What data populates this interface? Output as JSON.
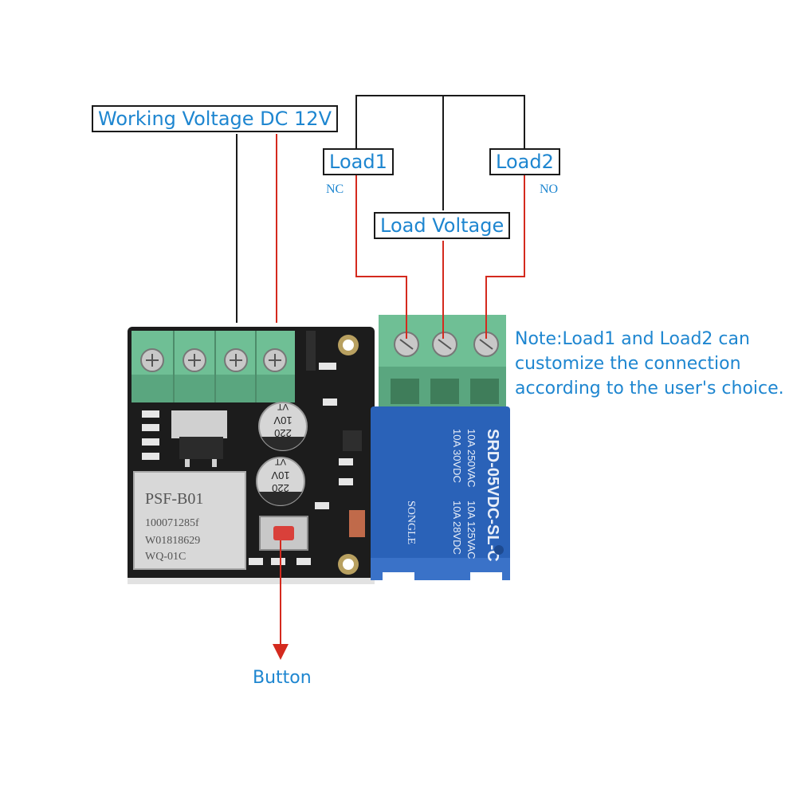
{
  "labels": {
    "working_voltage": "Working Voltage DC 12V",
    "load1": "Load1",
    "load2": "Load2",
    "load_voltage": "Load Voltage",
    "nc": "NC",
    "no": "NO",
    "button": "Button"
  },
  "note": {
    "line1": "Note:Load1 and Load2 can",
    "line2": "customize the connection",
    "line3": "according to the user's choice."
  },
  "board": {
    "module_text": [
      "PSF-B01",
      "100071285f",
      "W01818629",
      "WQ-01C"
    ],
    "capacitor_text": [
      "220",
      "10V",
      "VT"
    ],
    "relay_brand": "SONGLE",
    "relay_text": [
      "SRD-05VDC-SL-C",
      "10A 250VAC",
      "10A 125VAC",
      "10A 30VDC",
      "10A 28VDC"
    ]
  },
  "colors": {
    "label_blue": "#1e86d0",
    "wire_red": "#d42a1e",
    "wire_black": "#1a1a1a",
    "pcb": "#1c1c1c",
    "terminal_green": "#6fbf95",
    "relay_blue": "#2a62b8"
  }
}
